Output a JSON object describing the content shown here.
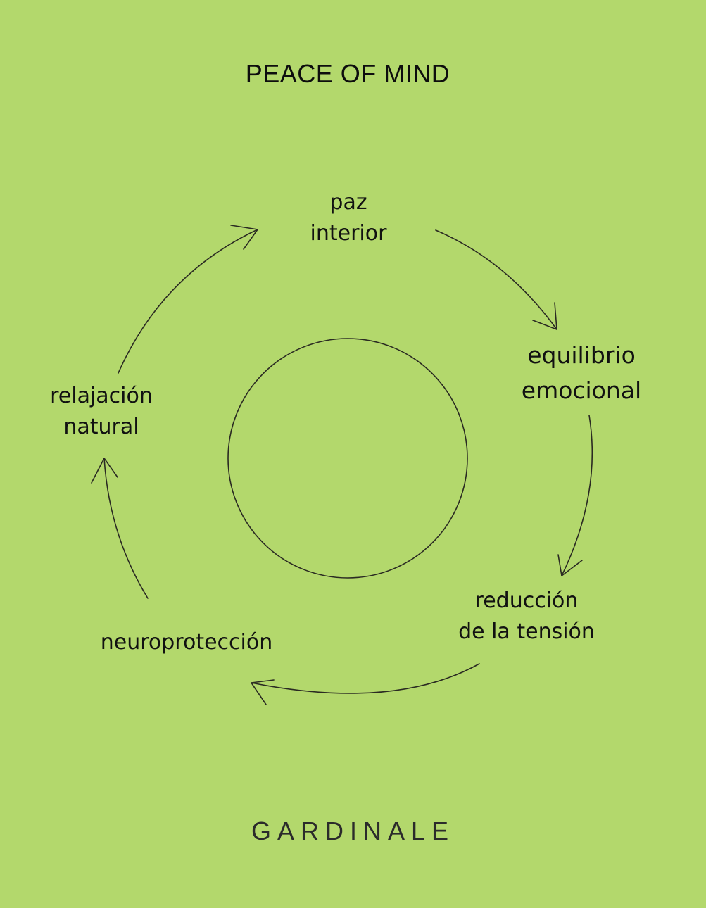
{
  "title": "PEACE OF MIND",
  "brand": "GARDINALE",
  "colors": {
    "background": "#b3d86c",
    "ink": "#111111",
    "stroke": "#2a2a22"
  },
  "cycle": {
    "center_shape": "circle",
    "direction": "clockwise",
    "nodes": [
      {
        "id": "paz",
        "lines": [
          "paz",
          "interior"
        ]
      },
      {
        "id": "equilibrio",
        "lines": [
          "equilibrio",
          "emocional"
        ]
      },
      {
        "id": "reduccion",
        "lines": [
          "reducción",
          "de la tensión"
        ]
      },
      {
        "id": "neuro",
        "lines": [
          "neuroprotección"
        ]
      },
      {
        "id": "relajacion",
        "lines": [
          "relajación",
          "natural"
        ]
      }
    ]
  }
}
